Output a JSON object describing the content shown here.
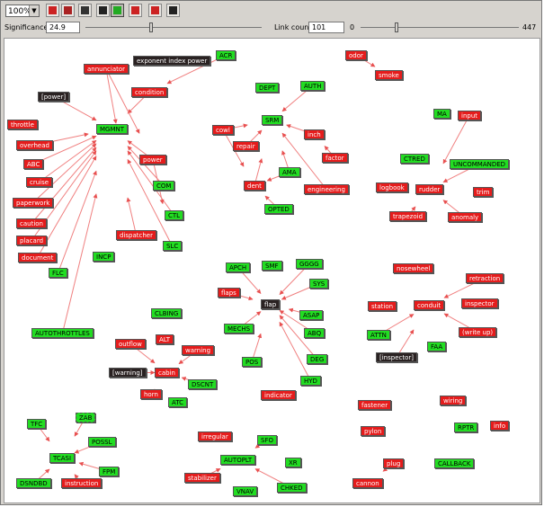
{
  "toolbar": {
    "zoom_value": "100%",
    "buttons": [
      {
        "name": "layout-button",
        "icon": "layout-icon",
        "color": "#cc2222"
      },
      {
        "name": "copy-graph-button",
        "icon": "copy-icon",
        "color": "#aa2222"
      },
      {
        "name": "show-table-button",
        "icon": "table-icon",
        "color": "#333333"
      },
      {
        "name": "show-matrix-button",
        "icon": "matrix-icon",
        "color": "#222222"
      },
      {
        "name": "highlight-button",
        "icon": "highlight-icon",
        "color": "#22aa22"
      },
      {
        "name": "filter-button",
        "icon": "filter-icon",
        "color": "#cc2222"
      },
      {
        "name": "target-button",
        "icon": "target-icon",
        "color": "#cc2222"
      },
      {
        "name": "cut-button",
        "icon": "cut-icon",
        "color": "#222222"
      }
    ]
  },
  "controls": {
    "significance_label": "Significance:",
    "significance_value": "24.9",
    "link_count_label": "Link count:",
    "link_count_value": "101",
    "link_min": "0",
    "link_max": "447"
  },
  "graph": {
    "colors": {
      "red": "#e51c1c",
      "green": "#22dd22",
      "black": "#2a2222",
      "edge": "#f08080"
    },
    "nodes": [
      {
        "id": "annunciator",
        "label": "annunciator",
        "style": "red"
      },
      {
        "id": "exponent",
        "label": "exponent index power",
        "style": "black"
      },
      {
        "id": "acr",
        "label": "ACR",
        "style": "green"
      },
      {
        "id": "power_tag",
        "label": "[power]",
        "style": "black"
      },
      {
        "id": "condition",
        "label": "condition",
        "style": "red"
      },
      {
        "id": "throttle",
        "label": "throttle",
        "style": "red"
      },
      {
        "id": "mgmnt",
        "label": "MGMNT",
        "style": "green"
      },
      {
        "id": "overhead",
        "label": "overhead",
        "style": "red"
      },
      {
        "id": "abc",
        "label": "ABC",
        "style": "red"
      },
      {
        "id": "power",
        "label": "power",
        "style": "red"
      },
      {
        "id": "cruise",
        "label": "cruise",
        "style": "red"
      },
      {
        "id": "com",
        "label": "COM",
        "style": "green"
      },
      {
        "id": "paperwork",
        "label": "paperwork",
        "style": "red"
      },
      {
        "id": "ctl",
        "label": "CTL",
        "style": "green"
      },
      {
        "id": "caution",
        "label": "caution",
        "style": "red"
      },
      {
        "id": "dispatcher",
        "label": "dispatcher",
        "style": "red"
      },
      {
        "id": "placard",
        "label": "placard",
        "style": "red"
      },
      {
        "id": "slc",
        "label": "SLC",
        "style": "green"
      },
      {
        "id": "document",
        "label": "document",
        "style": "red"
      },
      {
        "id": "incp",
        "label": "INCP",
        "style": "green"
      },
      {
        "id": "flc",
        "label": "FLC",
        "style": "green"
      },
      {
        "id": "autothrottles",
        "label": "AUTOTHROTTLES",
        "style": "green"
      },
      {
        "id": "tfc",
        "label": "TFC",
        "style": "green"
      },
      {
        "id": "zab",
        "label": "ZAB",
        "style": "green",
        "dashed": true
      },
      {
        "id": "possl",
        "label": "POSSL",
        "style": "green"
      },
      {
        "id": "tcas",
        "label": "TCASI",
        "style": "green"
      },
      {
        "id": "fpm",
        "label": "FPM",
        "style": "green"
      },
      {
        "id": "dsndbd",
        "label": "DSNDBD",
        "style": "green"
      },
      {
        "id": "instruction",
        "label": "instruction",
        "style": "red"
      },
      {
        "id": "dept",
        "label": "DEPT",
        "style": "green"
      },
      {
        "id": "auth",
        "label": "AUTH",
        "style": "green"
      },
      {
        "id": "srm",
        "label": "SRM",
        "style": "green"
      },
      {
        "id": "cowl",
        "label": "cowl",
        "style": "red"
      },
      {
        "id": "inch",
        "label": "inch",
        "style": "red"
      },
      {
        "id": "repair",
        "label": "repair",
        "style": "red"
      },
      {
        "id": "factor",
        "label": "factor",
        "style": "red"
      },
      {
        "id": "ama",
        "label": "AMA",
        "style": "green"
      },
      {
        "id": "dent",
        "label": "dent",
        "style": "red"
      },
      {
        "id": "engineering",
        "label": "engineering",
        "style": "red"
      },
      {
        "id": "opted",
        "label": "OPTED",
        "style": "green"
      },
      {
        "id": "odor",
        "label": "odor",
        "style": "red"
      },
      {
        "id": "smoke",
        "label": "smoke",
        "style": "red"
      },
      {
        "id": "ma",
        "label": "MA",
        "style": "green"
      },
      {
        "id": "input",
        "label": "input",
        "style": "red"
      },
      {
        "id": "ctred",
        "label": "CTRED",
        "style": "green"
      },
      {
        "id": "uncommanded",
        "label": "UNCOMMANDED",
        "style": "green"
      },
      {
        "id": "logbook",
        "label": "logbook",
        "style": "red"
      },
      {
        "id": "rudder",
        "label": "rudder",
        "style": "red"
      },
      {
        "id": "trim",
        "label": "trim",
        "style": "red"
      },
      {
        "id": "trapezoid",
        "label": "trapezoid",
        "style": "red"
      },
      {
        "id": "anomaly",
        "label": "anomaly",
        "style": "red"
      },
      {
        "id": "apch",
        "label": "APCH",
        "style": "green"
      },
      {
        "id": "smf",
        "label": "SMF",
        "style": "green"
      },
      {
        "id": "gggg",
        "label": "GGGG",
        "style": "green"
      },
      {
        "id": "sys",
        "label": "SYS",
        "style": "green"
      },
      {
        "id": "flaps",
        "label": "flaps",
        "style": "red"
      },
      {
        "id": "flap",
        "label": "flap",
        "style": "black"
      },
      {
        "id": "mechs",
        "label": "MECHS",
        "style": "green"
      },
      {
        "id": "asap",
        "label": "ASAP",
        "style": "green"
      },
      {
        "id": "abq",
        "label": "ABQ",
        "style": "green"
      },
      {
        "id": "pos",
        "label": "POS",
        "style": "green"
      },
      {
        "id": "deg",
        "label": "DEG",
        "style": "green"
      },
      {
        "id": "hyd",
        "label": "HYD",
        "style": "green"
      },
      {
        "id": "indicator",
        "label": "indicator",
        "style": "red"
      },
      {
        "id": "clbing",
        "label": "CLBING",
        "style": "green"
      },
      {
        "id": "alt",
        "label": "ALT",
        "style": "red"
      },
      {
        "id": "outflow",
        "label": "outflow",
        "style": "red"
      },
      {
        "id": "warning",
        "label": "warning",
        "style": "red"
      },
      {
        "id": "warning_tag",
        "label": "[warning]",
        "style": "black"
      },
      {
        "id": "cabin",
        "label": "cabin",
        "style": "red"
      },
      {
        "id": "dscnt",
        "label": "DSCNT",
        "style": "green"
      },
      {
        "id": "horn",
        "label": "horn",
        "style": "red"
      },
      {
        "id": "atc",
        "label": "ATC",
        "style": "green"
      },
      {
        "id": "nosewheel",
        "label": "nosewheel",
        "style": "red"
      },
      {
        "id": "retraction",
        "label": "retraction",
        "style": "red"
      },
      {
        "id": "station",
        "label": "station",
        "style": "red"
      },
      {
        "id": "conduit",
        "label": "conduit",
        "style": "red"
      },
      {
        "id": "inspector",
        "label": "inspector",
        "style": "red"
      },
      {
        "id": "attn",
        "label": "ATTN",
        "style": "green"
      },
      {
        "id": "writeup",
        "label": "(write up)",
        "style": "red"
      },
      {
        "id": "faa",
        "label": "FAA",
        "style": "green"
      },
      {
        "id": "inspector_tag",
        "label": "[inspector]",
        "style": "black"
      },
      {
        "id": "fastener",
        "label": "fastener",
        "style": "red"
      },
      {
        "id": "pylon",
        "label": "pylon",
        "style": "red"
      },
      {
        "id": "wiring",
        "label": "wiring",
        "style": "red"
      },
      {
        "id": "rptr",
        "label": "RPTR",
        "style": "green"
      },
      {
        "id": "info",
        "label": "info",
        "style": "red"
      },
      {
        "id": "callback",
        "label": "CALLBACK",
        "style": "green"
      },
      {
        "id": "plug",
        "label": "plug",
        "style": "red"
      },
      {
        "id": "cannon",
        "label": "cannon",
        "style": "red"
      },
      {
        "id": "irregular",
        "label": "irregular",
        "style": "red"
      },
      {
        "id": "sfo",
        "label": "SFO",
        "style": "green"
      },
      {
        "id": "autoplt",
        "label": "AUTOPLT",
        "style": "green"
      },
      {
        "id": "xr",
        "label": "XR",
        "style": "green"
      },
      {
        "id": "stabilizer",
        "label": "stabilizer",
        "style": "red"
      },
      {
        "id": "vnav",
        "label": "VNAV",
        "style": "green"
      },
      {
        "id": "chked",
        "label": "CHKED",
        "style": "green"
      }
    ],
    "edges": [
      [
        "annunciator",
        "mgmnt"
      ],
      [
        "exponent",
        "annunciator"
      ],
      [
        "acr",
        "condition"
      ],
      [
        "power_tag",
        "mgmnt"
      ],
      [
        "condition",
        "mgmnt"
      ],
      [
        "throttle",
        "mgmnt"
      ],
      [
        "overhead",
        "mgmnt"
      ],
      [
        "abc",
        "mgmnt"
      ],
      [
        "cruise",
        "mgmnt"
      ],
      [
        "paperwork",
        "mgmnt"
      ],
      [
        "caution",
        "mgmnt"
      ],
      [
        "placard",
        "mgmnt"
      ],
      [
        "document",
        "mgmnt"
      ],
      [
        "flc",
        "mgmnt"
      ],
      [
        "power",
        "mgmnt"
      ],
      [
        "com",
        "mgmnt"
      ],
      [
        "ctl",
        "mgmnt"
      ],
      [
        "slc",
        "mgmnt"
      ],
      [
        "dispatcher",
        "mgmnt"
      ],
      [
        "incp",
        "mgmnt"
      ],
      [
        "autothrottles",
        "mgmnt"
      ],
      [
        "annunciator",
        "power"
      ],
      [
        "annunciator",
        "dispatcher"
      ],
      [
        "condition",
        "power"
      ],
      [
        "power",
        "com"
      ],
      [
        "com",
        "ctl"
      ],
      [
        "power",
        "slc"
      ],
      [
        "tfc",
        "tcas"
      ],
      [
        "zab",
        "tcas"
      ],
      [
        "possl",
        "tcas"
      ],
      [
        "fpm",
        "tcas"
      ],
      [
        "dsndbd",
        "tcas"
      ],
      [
        "instruction",
        "tcas"
      ],
      [
        "tcas",
        "autothrottles"
      ],
      [
        "dept",
        "srm"
      ],
      [
        "auth",
        "srm"
      ],
      [
        "cowl",
        "srm"
      ],
      [
        "inch",
        "srm"
      ],
      [
        "repair",
        "dent"
      ],
      [
        "factor",
        "inch"
      ],
      [
        "ama",
        "srm"
      ],
      [
        "dent",
        "srm"
      ],
      [
        "engineering",
        "srm"
      ],
      [
        "opted",
        "dent"
      ],
      [
        "cowl",
        "dent"
      ],
      [
        "ama",
        "dent"
      ],
      [
        "engineering",
        "dent"
      ],
      [
        "repair",
        "srm"
      ],
      [
        "odor",
        "smoke"
      ],
      [
        "ma",
        "rudder"
      ],
      [
        "input",
        "rudder"
      ],
      [
        "ctred",
        "rudder"
      ],
      [
        "uncommanded",
        "rudder"
      ],
      [
        "logbook",
        "rudder"
      ],
      [
        "trim",
        "rudder"
      ],
      [
        "trapezoid",
        "rudder"
      ],
      [
        "anomaly",
        "rudder"
      ],
      [
        "apch",
        "flap"
      ],
      [
        "smf",
        "flap"
      ],
      [
        "gggg",
        "flap"
      ],
      [
        "sys",
        "flap"
      ],
      [
        "flaps",
        "flap"
      ],
      [
        "mechs",
        "flap"
      ],
      [
        "asap",
        "flap"
      ],
      [
        "abq",
        "flap"
      ],
      [
        "pos",
        "flap"
      ],
      [
        "deg",
        "flap"
      ],
      [
        "hyd",
        "flap"
      ],
      [
        "indicator",
        "flap"
      ],
      [
        "mechs",
        "flaps"
      ],
      [
        "clbing",
        "cabin"
      ],
      [
        "alt",
        "cabin"
      ],
      [
        "outflow",
        "cabin"
      ],
      [
        "warning",
        "cabin"
      ],
      [
        "warning_tag",
        "cabin"
      ],
      [
        "dscnt",
        "cabin"
      ],
      [
        "horn",
        "cabin"
      ],
      [
        "atc",
        "cabin"
      ],
      [
        "nosewheel",
        "conduit"
      ],
      [
        "retraction",
        "conduit"
      ],
      [
        "station",
        "conduit"
      ],
      [
        "inspector",
        "conduit"
      ],
      [
        "attn",
        "conduit"
      ],
      [
        "writeup",
        "conduit"
      ],
      [
        "faa",
        "conduit"
      ],
      [
        "inspector_tag",
        "conduit"
      ],
      [
        "fastener",
        "pylon"
      ],
      [
        "wiring",
        "rptr"
      ],
      [
        "info",
        "rptr"
      ],
      [
        "callback",
        "rptr"
      ],
      [
        "plug",
        "cannon"
      ],
      [
        "irregular",
        "autoplt"
      ],
      [
        "sfo",
        "autoplt"
      ],
      [
        "xr",
        "autoplt"
      ],
      [
        "stabilizer",
        "autoplt"
      ],
      [
        "vnav",
        "autoplt"
      ],
      [
        "chked",
        "autoplt"
      ]
    ]
  }
}
